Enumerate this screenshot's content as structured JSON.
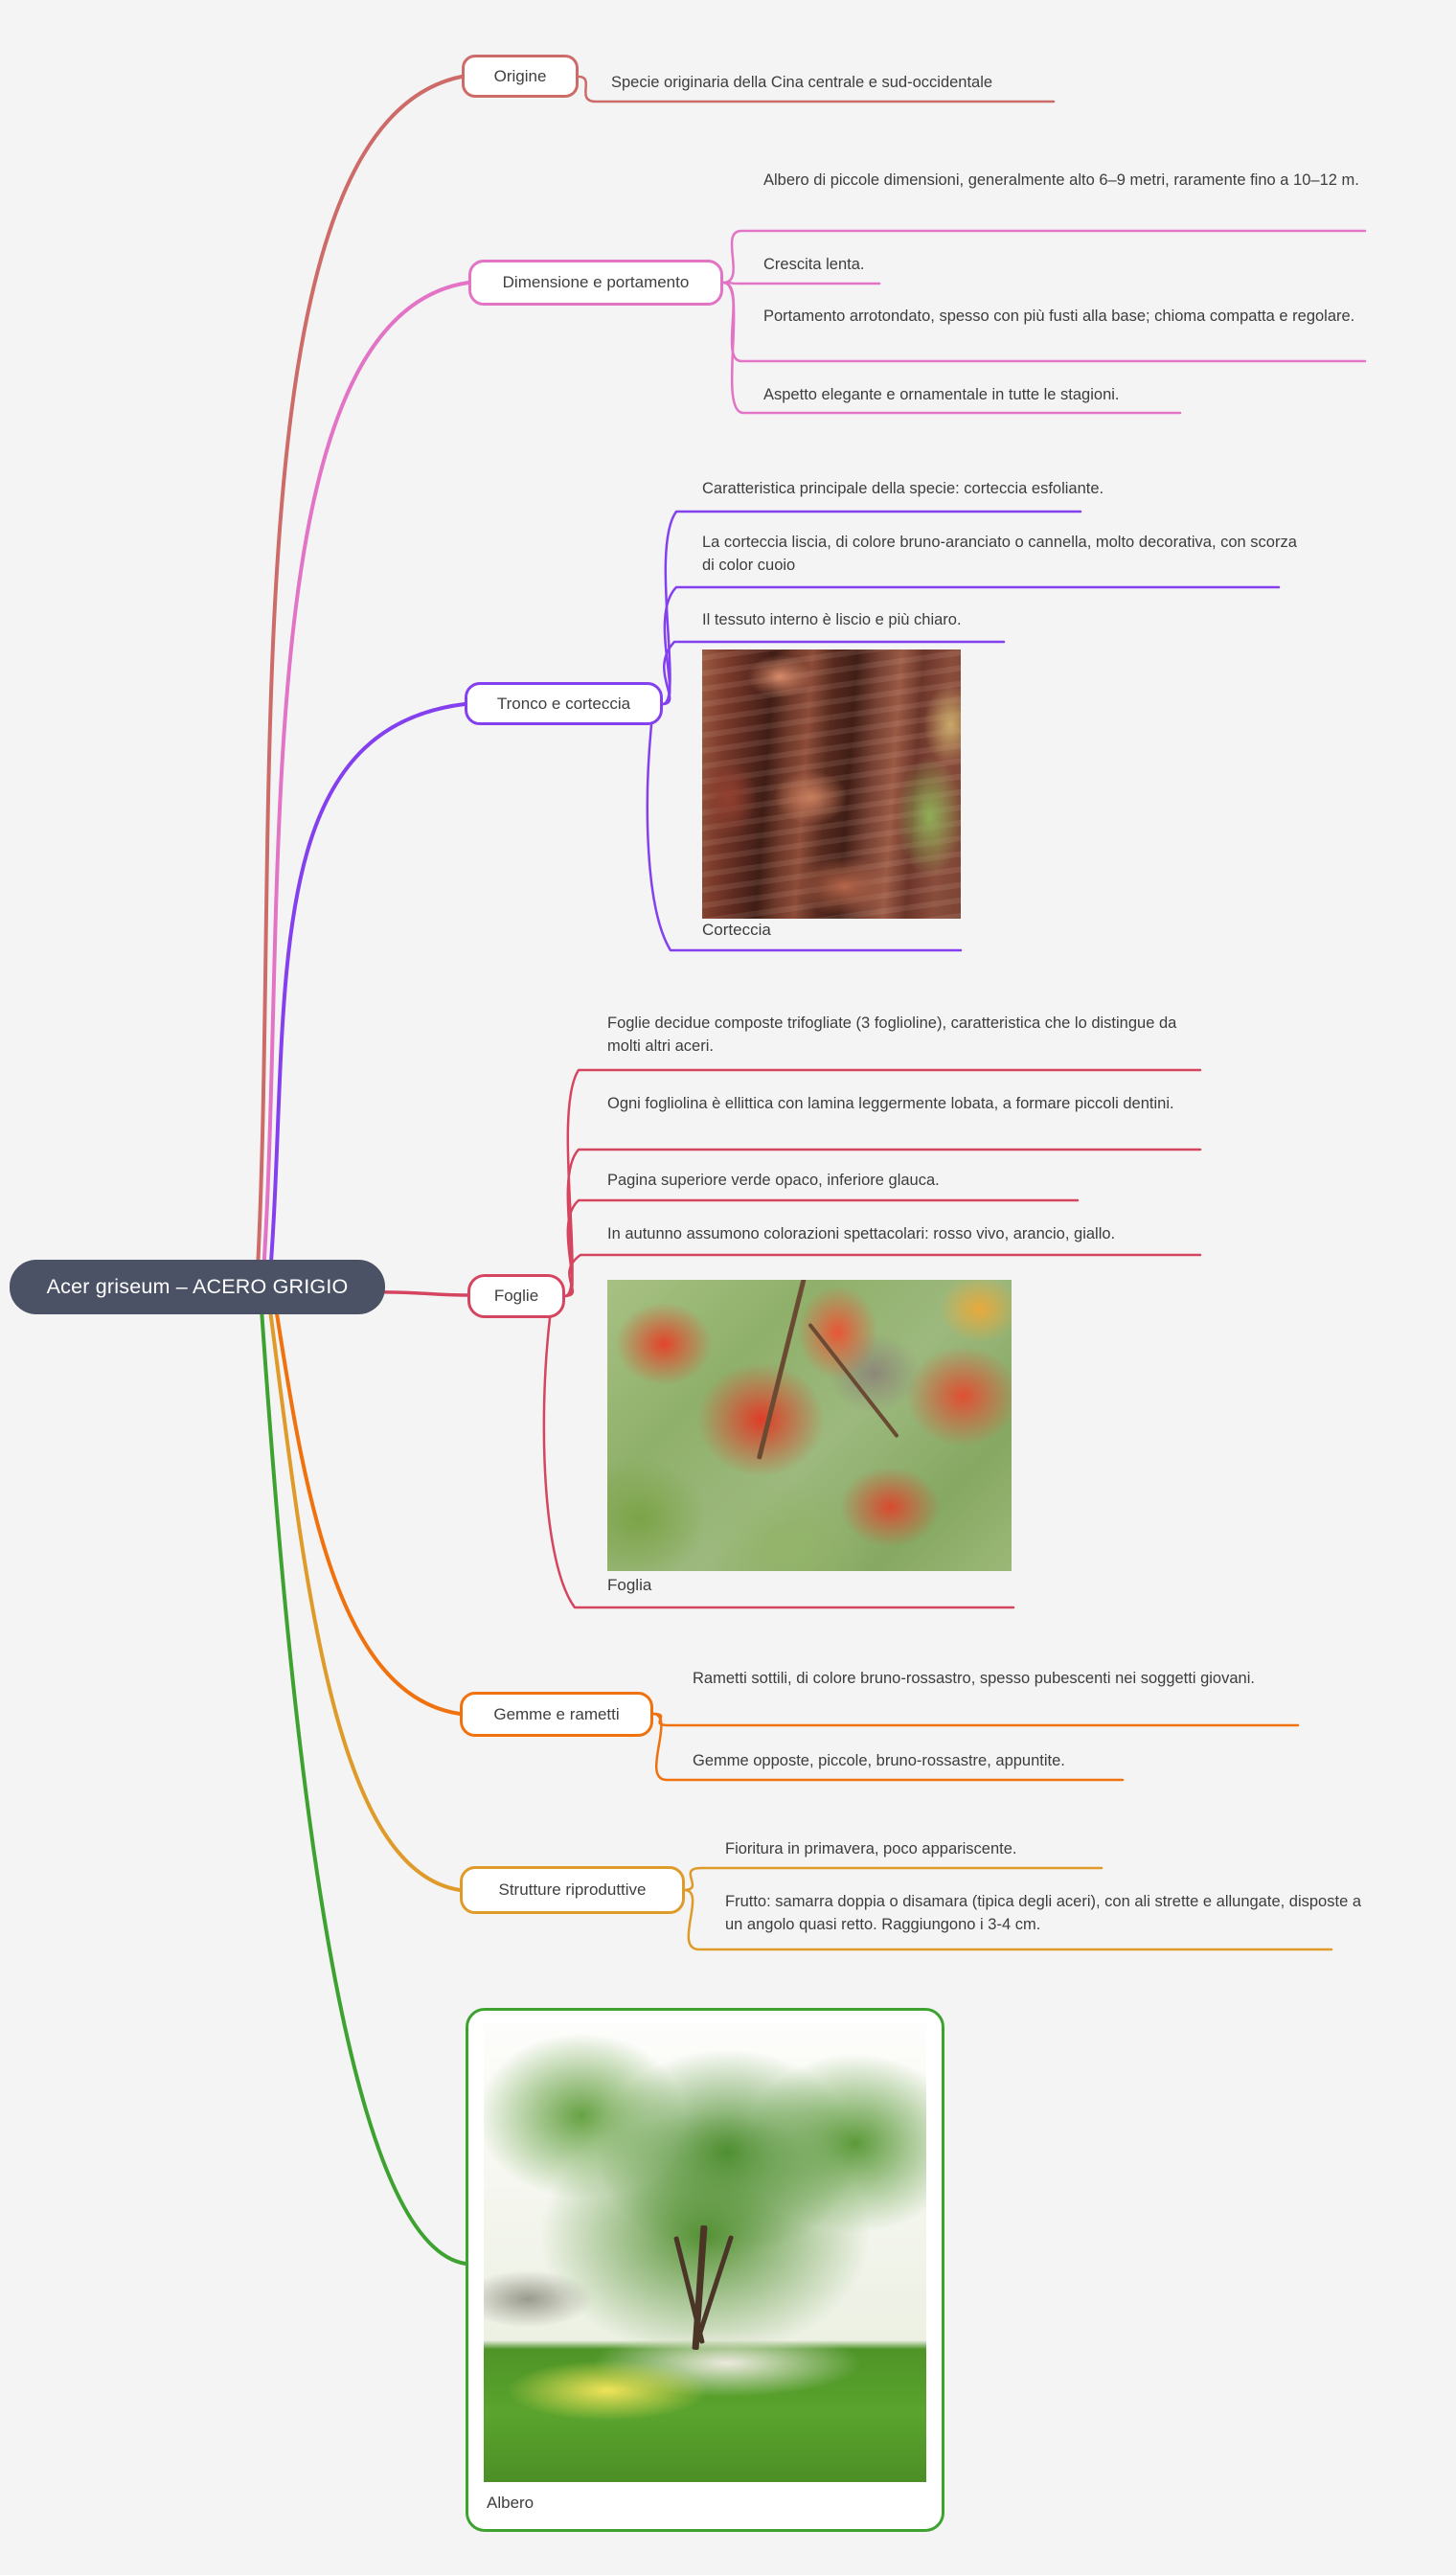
{
  "canvas": {
    "background": "#f4f4f5",
    "text_color": "#3d3d3d"
  },
  "root": {
    "label": "Acer griseum – ACERO GRIGIO",
    "fill": "#4c5266",
    "text_color": "#ffffff"
  },
  "branches": [
    {
      "id": "origine",
      "label": "Origine",
      "color": "#cd6b69",
      "children": [
        {
          "text": "Specie originaria della Cina centrale e sud-occidentale"
        }
      ]
    },
    {
      "id": "dimensione",
      "label": "Dimensione e portamento",
      "color": "#e273c5",
      "children": [
        {
          "text": "Albero di piccole dimensioni, generalmente alto 6–9 metri, raramente fino a 10–12 m."
        },
        {
          "text": "Crescita lenta."
        },
        {
          "text": "Portamento arrotondato, spesso con più fusti alla base; chioma compatta e regolare."
        },
        {
          "text": "Aspetto elegante e ornamentale in tutte le stagioni."
        }
      ]
    },
    {
      "id": "tronco",
      "label": "Tronco e corteccia",
      "color": "#8440ee",
      "children": [
        {
          "text": "Caratteristica principale della specie: corteccia esfoliante."
        },
        {
          "text": "La corteccia liscia, di colore bruno-aranciato o cannella, molto decorativa, con scorza di color cuoio"
        },
        {
          "text": "Il tessuto interno è liscio e più chiaro."
        },
        {
          "type": "image",
          "caption": "Corteccia",
          "image_desc": "close-up of peeling cinnamon-brown bark"
        }
      ]
    },
    {
      "id": "foglie",
      "label": "Foglie",
      "color": "#d5455f",
      "children": [
        {
          "text": "Foglie decidue composte trifogliate (3 foglioline), caratteristica che lo distingue da molti altri aceri."
        },
        {
          "text": "Ogni fogliolina è ellittica con lamina leggermente lobata, a formare piccoli dentini."
        },
        {
          "text": "Pagina superiore verde opaco, inferiore glauca."
        },
        {
          "text": "In autunno assumono colorazioni spettacolari: rosso vivo, arancio, giallo."
        },
        {
          "type": "image",
          "caption": "Foglia",
          "image_desc": "bright red autumn trifoliate leaves on a branch"
        }
      ]
    },
    {
      "id": "gemme",
      "label": "Gemme e rametti",
      "color": "#f0720f",
      "children": [
        {
          "text": "Rametti sottili, di colore bruno-rossastro, spesso pubescenti nei soggetti giovani."
        },
        {
          "text": "Gemme opposte, piccole, bruno-rossastre, appuntite."
        }
      ]
    },
    {
      "id": "strutture",
      "label": "Strutture riproduttive",
      "color": "#df9b2a",
      "children": [
        {
          "text": "Fioritura in primavera, poco appariscente."
        },
        {
          "text": "Frutto: samarra doppia o disamara (tipica degli aceri), con ali strette e allungate, disposte a un angolo quasi retto. Raggiungono i 3-4 cm."
        }
      ]
    },
    {
      "id": "albero",
      "label": "Albero",
      "color": "#3da22f",
      "children": [
        {
          "type": "image",
          "caption": "Albero",
          "image_desc": "small rounded maple tree in a garden with yellow flowers"
        }
      ]
    }
  ]
}
